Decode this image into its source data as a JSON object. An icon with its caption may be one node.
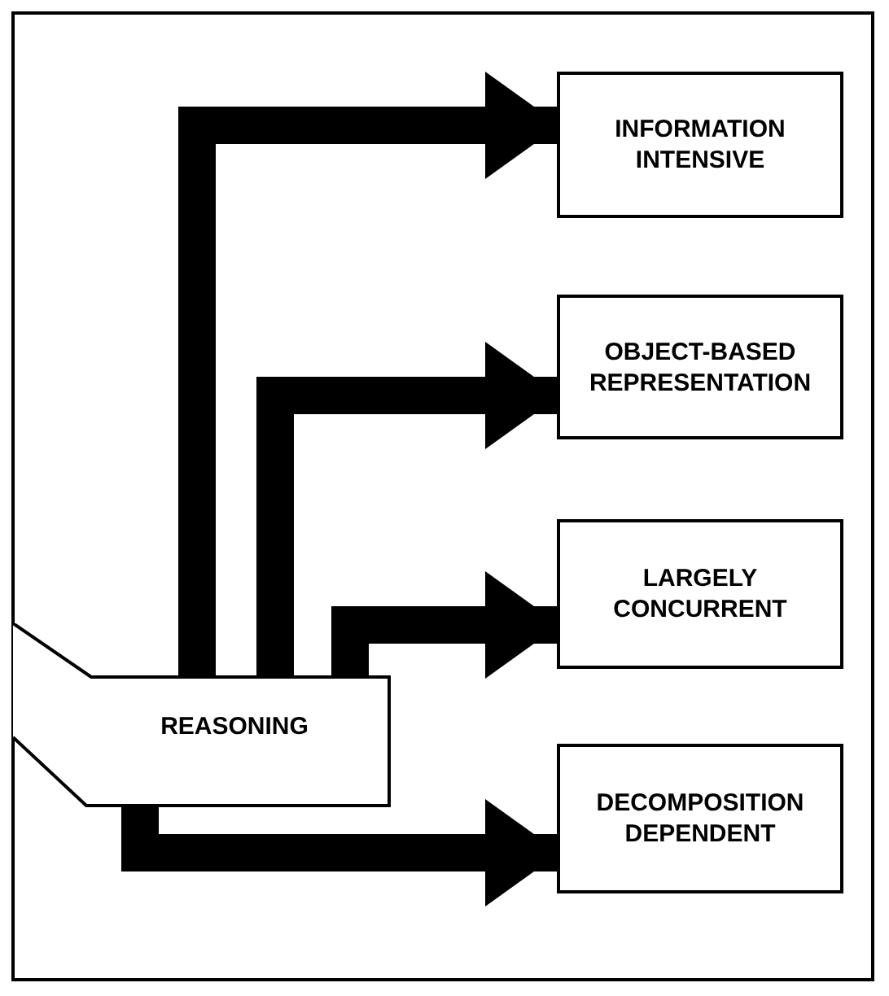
{
  "diagram": {
    "nodes": [
      {
        "text": [
          "REASONING"
        ]
      },
      {
        "text": [
          "INFORMATION INTENSIVE"
        ]
      },
      {
        "text": [
          "OBJECT-BASED REPRESENTATION"
        ]
      },
      {
        "text": [
          "LARGELY CONCURRENT"
        ]
      },
      {
        "text": [
          "DECOMPOSITION DEPENDENT"
        ]
      }
    ],
    "edges": [
      {
        "from": 0,
        "to": 1,
        "arrow": "to"
      },
      {
        "from": 0,
        "to": 2,
        "arrow": "to"
      },
      {
        "from": 0,
        "to": 3,
        "arrow": "to"
      },
      {
        "from": 0,
        "to": 4,
        "arrow": "to"
      }
    ]
  }
}
